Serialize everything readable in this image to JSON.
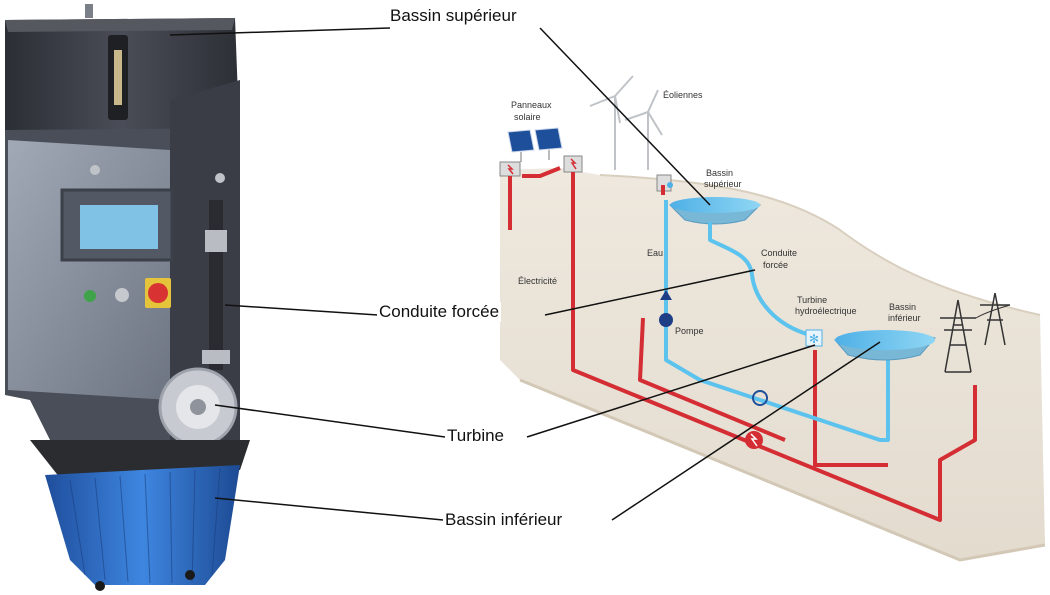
{
  "callouts": {
    "upper_basin": "Bassin supérieur",
    "penstock": "Conduite forcée",
    "turbine": "Turbine",
    "lower_basin": "Bassin inférieur"
  },
  "diagram": {
    "solar_panels": [
      "Panneaux",
      "solaire"
    ],
    "wind_turbines": "Éoliennes",
    "upper_basin": [
      "Bassin",
      "supérieur"
    ],
    "water": "Eau",
    "penstock": [
      "Conduite",
      "forcée"
    ],
    "electricity": "Électricité",
    "pump": "Pompe",
    "turbine": [
      "Turbine",
      "hydroélectrique"
    ],
    "lower_basin": [
      "Bassin",
      "inférieur"
    ]
  },
  "colors": {
    "machine_dark": "#3d3f47",
    "machine_panel": "#8e96a4",
    "tank_blue": "#2f6fc9",
    "water_blue": "#5bc3ee",
    "power_red": "#d42d34",
    "terrain": "#e9e2d7"
  }
}
